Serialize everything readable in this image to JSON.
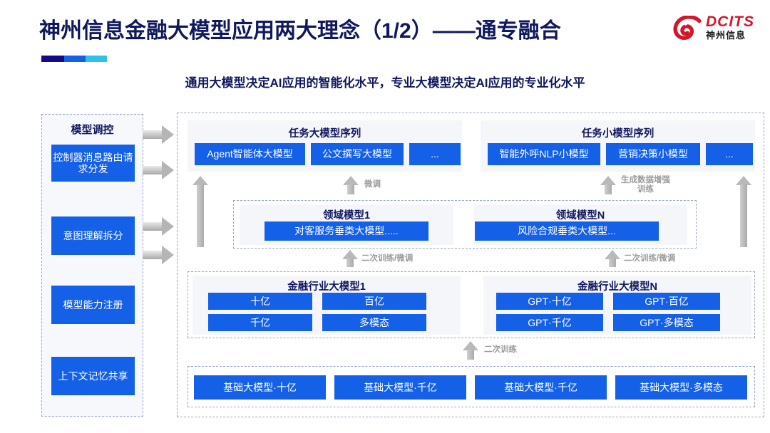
{
  "header": {
    "title": "神州信息金融大模型应用两大理念（1/2）——通专融合",
    "subtitle": "通用大模型决定AI应用的智能化水平，专业大模型决定AI应用的专业化水平",
    "logo": {
      "en": "DCITS",
      "cn": "神州信息",
      "mark": "dcits-swirl-icon"
    },
    "accent_colors": [
      "#150a86",
      "#1560e4",
      "#2ec2e8"
    ]
  },
  "theme": {
    "box_blue": "#1460e6",
    "title_navy": "#11185e",
    "panel_grey": "#f4f6fa",
    "dash_border": "#9aa8c8",
    "arrow_grey": "#b5b5b5"
  },
  "sidebar": {
    "title": "模型调控",
    "items": [
      {
        "label": "控制器消息路由请求分发"
      },
      {
        "label": "意图理解拆分"
      },
      {
        "label": "模型能力注册"
      },
      {
        "label": "上下文记忆共享"
      }
    ]
  },
  "connectors": {
    "right_arrows": 4,
    "labels": {
      "fine_tune": "微调",
      "gen_data_aug": "生成数据增强\n训练",
      "retrain_finetune": "二次训练/微调",
      "retrain": "二次训练"
    }
  },
  "layers": {
    "task_sequences": [
      {
        "title": "任务大模型序列",
        "boxes": [
          "Agent智能体大模型",
          "公文撰写大模型",
          "..."
        ]
      },
      {
        "title": "任务小模型序列",
        "boxes": [
          "智能外呼NLP小模型",
          "营销决策小模型",
          "..."
        ]
      }
    ],
    "domain_models": [
      {
        "title": "领域模型1",
        "box": "对客服务垂类大模型....."
      },
      {
        "title": "领域模型N",
        "box": "风险合规垂类大模型..."
      }
    ],
    "industry_models": [
      {
        "title": "金融行业大模型1",
        "boxes": [
          "十亿",
          "百亿",
          "千亿",
          "多模态"
        ]
      },
      {
        "title": "金融行业大模型N",
        "boxes": [
          "GPT·十亿",
          "GPT·百亿",
          "GPT·千亿",
          "GPT·多模态"
        ]
      }
    ],
    "foundation_models": [
      "基础大模型·十亿",
      "基础大模型·千亿",
      "基础大模型·千亿",
      "基础大模型·多模态"
    ]
  }
}
